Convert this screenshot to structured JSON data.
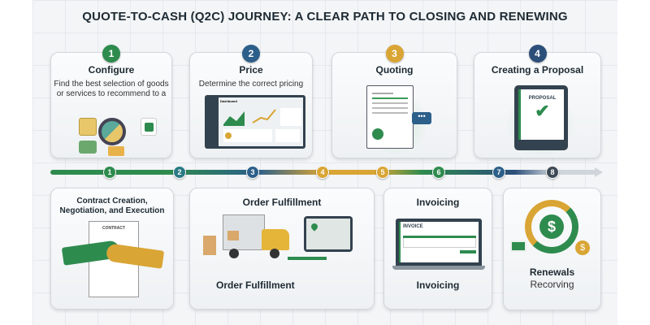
{
  "title": "QUOTE-TO-CASH (Q2C) JOURNEY: A CLEAR PATH TO CLOSING AND RENEWING",
  "colors": {
    "green": "#2e8b4e",
    "blue": "#2c5f8a",
    "gold": "#d9a534",
    "navy": "#2c4f7a",
    "dark": "#3d4a55"
  },
  "top_steps": [
    {
      "number": "1",
      "title": "Configure",
      "description": "Find the best selection of goods or services to recommend to a"
    },
    {
      "number": "2",
      "title": "Price",
      "description": "Determine the correct pricing",
      "dashboard_label": "Dashboard"
    },
    {
      "number": "3",
      "title": "Quoting"
    },
    {
      "number": "4",
      "title": "Creating a Proposal",
      "doc_label": "PROPOSAL"
    }
  ],
  "timeline_nodes": [
    "1",
    "2",
    "3",
    "4",
    "5",
    "6",
    "7",
    "8"
  ],
  "bottom_steps": [
    {
      "title": "Contract Creation, Negotiation, and Execution",
      "doc_label": "CONTRACT"
    },
    {
      "title": "Order Fulfillment",
      "caption": "Order Fulfillment"
    },
    {
      "title": "Invoicing",
      "doc_label": "INVOICE",
      "caption": "Invoicing"
    },
    {
      "title": "Renewals",
      "caption": "Recorving"
    }
  ]
}
